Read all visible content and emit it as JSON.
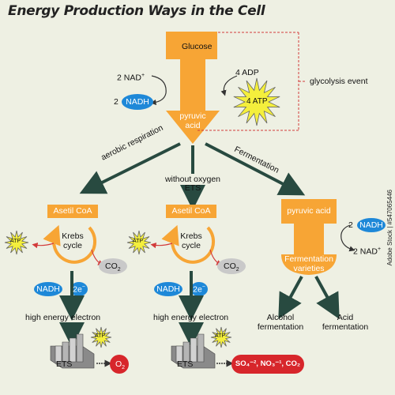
{
  "title": "Energy Production Ways in the Cell",
  "glycolysis": {
    "top_label": "Glucose",
    "bottom_label_line1": "pyruvic",
    "bottom_label_line2": "acid",
    "nad_in": "2 NAD",
    "nad_in_sup": "+",
    "adp_in": "4 ADP",
    "nadh_prefix": "2",
    "nadh": "NADH",
    "atp_out": "4 ATP",
    "event_label": "glycolysis event"
  },
  "branches": {
    "aerobic": "aerobic respiration",
    "without_oxygen_line1": "without oxygen",
    "without_oxygen_line2": "ETS",
    "fermentation": "Fermentation"
  },
  "pathways": [
    {
      "acetyl": "Asetil CoA",
      "krebs_line1": "Krebs",
      "krebs_line2": "cycle",
      "atp": "ATP",
      "co2": "CO",
      "co2_sub": "2",
      "nadh": "NADH",
      "electron": "2e",
      "electron_sup": "−",
      "high_energy": "high energy electron",
      "ets": "ETS",
      "ets_atp": "ATP",
      "product": "O",
      "product_sub": "2"
    },
    {
      "acetyl": "Asetil CoA",
      "krebs_line1": "Krebs",
      "krebs_line2": "cycle",
      "atp": "ATP",
      "co2": "CO",
      "co2_sub": "2",
      "nadh": "NADH",
      "electron": "2e",
      "electron_sup": "−",
      "high_energy": "high energy electron",
      "ets": "ETS",
      "ets_atp": "ATP",
      "product": "SO₄⁻², NO₃⁻¹, CO₂"
    }
  ],
  "fermentation": {
    "top_label": "pyruvic acid",
    "bottom_label_line1": "Fermentation",
    "bottom_label_line2": "varieties",
    "nadh_prefix": "2",
    "nadh": "NADH",
    "nad_out": "2 NAD",
    "nad_out_sup": "+",
    "alcohol_line1": "Alcohol",
    "alcohol_line2": "fermentation",
    "acid_line1": "Acid",
    "acid_line2": "fermentation"
  },
  "watermark": "Adobe Stock | #547065446",
  "colors": {
    "background": "#eef0e3",
    "orange": "#f7a535",
    "nadh_blue": "#1e88d8",
    "star_yellow": "#f4ef3c",
    "co2_gray": "#c9c9c9",
    "arrow_dark": "#284a40",
    "product_red": "#d7262b",
    "dashed_red": "#d23b3b"
  }
}
